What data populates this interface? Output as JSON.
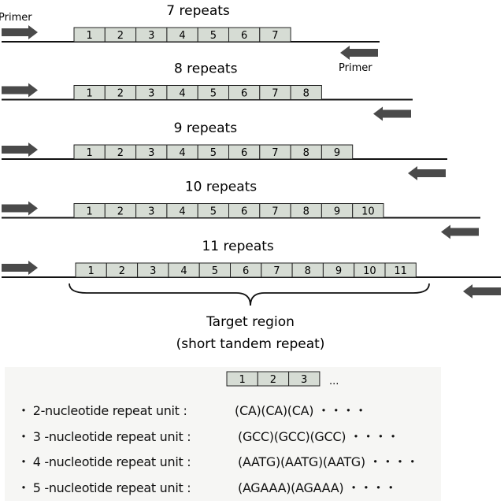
{
  "labels": {
    "primer_left": "Primer",
    "primer_right": "Primer",
    "target_line1": "Target region",
    "target_line2": "(short tandem repeat)",
    "ellipsis": "..."
  },
  "rows": [
    {
      "label": "7 repeats",
      "count": 7
    },
    {
      "label": "8 repeats",
      "count": 8
    },
    {
      "label": "9 repeats",
      "count": 9
    },
    {
      "label": "10 repeats",
      "count": 10
    },
    {
      "label": "11 repeats",
      "count": 11
    }
  ],
  "legend": {
    "boxes": [
      "1",
      "2",
      "3"
    ],
    "items": [
      {
        "bullet": "・",
        "text": "2-nucleotide repeat unit :",
        "seq": "(CA)(CA)(CA) ・・・・"
      },
      {
        "bullet": "・",
        "text": "3 -nucleotide repeat unit :",
        "seq": "(GCC)(GCC)(GCC)  ・・・・"
      },
      {
        "bullet": "・",
        "text": "4 -nucleotide repeat unit :",
        "seq": "(AATG)(AATG)(AATG)  ・・・・"
      },
      {
        "bullet": "・",
        "text": "5 -nucleotide repeat unit :",
        "seq": "(AGAAA)(AGAAA)  ・・・・"
      }
    ]
  },
  "colors": {
    "box_fill": "#d6dcd4",
    "arrow": "#4a4a4a",
    "line": "#111111",
    "legend_bg": "#f6f6f4"
  },
  "icons": {
    "primer_arrow_forward": "right-arrow-icon",
    "primer_arrow_reverse": "left-arrow-icon",
    "brace": "curly-brace-icon"
  }
}
